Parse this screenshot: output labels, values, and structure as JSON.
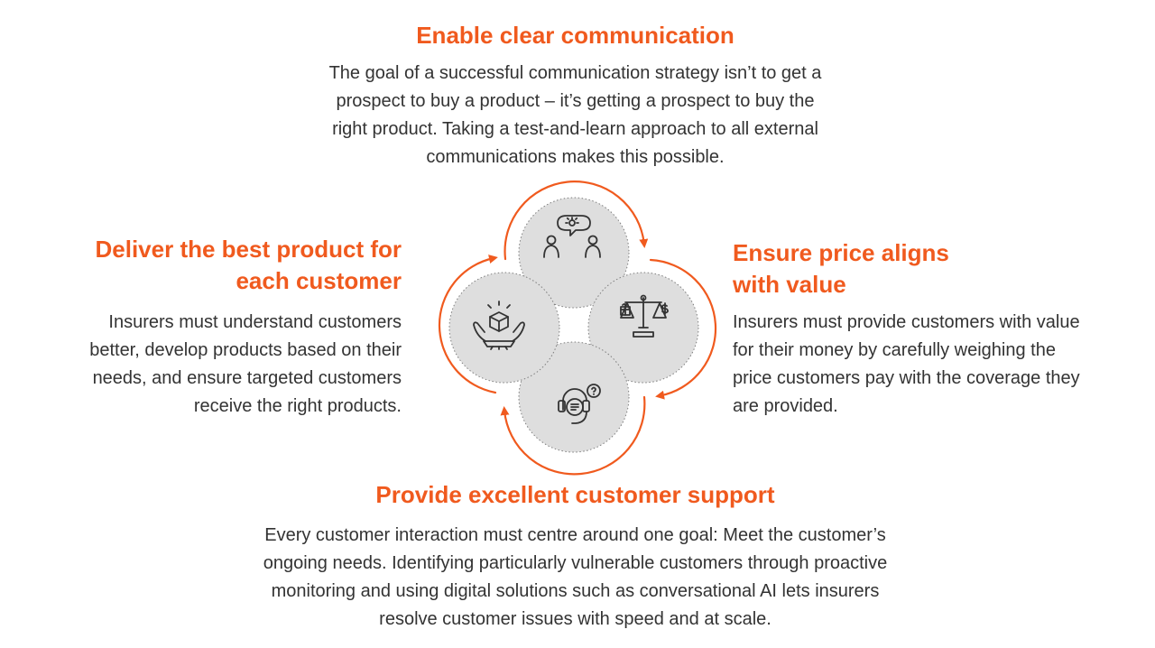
{
  "top": {
    "title": "Enable clear communication",
    "body_lines": [
      "The goal of a successful communication strategy isn’t to get a",
      "prospect to buy a product – it’s getting a prospect to buy the",
      "right product. Taking a test-and-learn approach to all external",
      "communications makes this possible."
    ]
  },
  "left": {
    "title_lines": [
      "Deliver the best product for",
      "each customer"
    ],
    "body_lines": [
      "Insurers must understand customers",
      "better, develop products based on their",
      "needs, and ensure targeted customers",
      "receive the right products."
    ]
  },
  "right": {
    "title_lines": [
      "Ensure price aligns",
      "with value"
    ],
    "body_lines": [
      "Insurers must provide customers with value",
      "for their money by carefully weighing the",
      "price customers pay with the coverage they",
      "are provided."
    ]
  },
  "bottom": {
    "title": "Provide excellent customer support",
    "body_lines": [
      "Every customer interaction must centre around one goal: Meet the customer’s",
      "ongoing needs. Identifying particularly vulnerable customers through proactive",
      "monitoring and using digital solutions such as conversational AI lets insurers",
      "resolve customer issues with speed and at scale."
    ]
  },
  "diagram": {
    "icons": [
      "idea-discussion-icon",
      "price-balance-scale-icon",
      "customer-support-headset-icon",
      "product-in-hands-icon"
    ],
    "accent_color": "#f05a1e",
    "circle_fill": "#dedede"
  }
}
